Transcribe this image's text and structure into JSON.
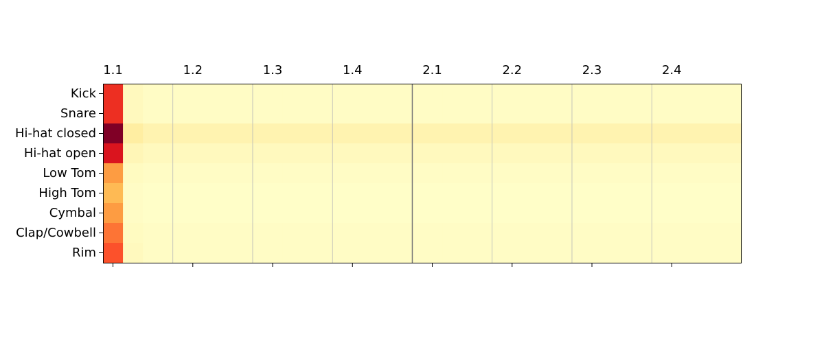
{
  "chart_data": {
    "type": "heatmap",
    "title": "",
    "xlabel": "",
    "ylabel": "",
    "x_ticks": [
      "1.1",
      "1.2",
      "1.3",
      "1.4",
      "2.1",
      "2.2",
      "2.3",
      "2.4"
    ],
    "x_axis_position": "top",
    "columns_per_tick": 4,
    "rows": [
      "Kick",
      "Snare",
      "Hi-hat closed",
      "Hi-hat open",
      "Low Tom",
      "High Tom",
      "Cymbal",
      "Clap/Cowbell",
      "Rim"
    ],
    "colormap": "YlOrRd",
    "value_range": [
      0,
      1
    ],
    "grid": "vertical lines at beat boundaries",
    "values": [
      [
        0.7,
        0.04,
        0.02,
        0.02,
        0.02,
        0.02,
        0.02,
        0.02,
        0.02,
        0.02,
        0.02,
        0.02,
        0.02,
        0.02,
        0.02,
        0.02,
        0.02,
        0.02,
        0.02,
        0.02,
        0.02,
        0.02,
        0.02,
        0.02,
        0.02,
        0.02,
        0.02,
        0.02,
        0.02,
        0.02,
        0.02,
        0.02
      ],
      [
        0.7,
        0.04,
        0.02,
        0.02,
        0.02,
        0.02,
        0.02,
        0.02,
        0.02,
        0.02,
        0.02,
        0.02,
        0.02,
        0.02,
        0.02,
        0.02,
        0.02,
        0.02,
        0.02,
        0.02,
        0.02,
        0.02,
        0.02,
        0.02,
        0.02,
        0.02,
        0.02,
        0.02,
        0.02,
        0.02,
        0.02,
        0.02
      ],
      [
        1.0,
        0.12,
        0.08,
        0.08,
        0.08,
        0.08,
        0.08,
        0.08,
        0.08,
        0.08,
        0.08,
        0.08,
        0.08,
        0.08,
        0.08,
        0.08,
        0.08,
        0.08,
        0.08,
        0.08,
        0.08,
        0.08,
        0.08,
        0.08,
        0.08,
        0.08,
        0.08,
        0.08,
        0.08,
        0.08,
        0.08,
        0.08
      ],
      [
        0.78,
        0.06,
        0.04,
        0.04,
        0.04,
        0.04,
        0.04,
        0.04,
        0.04,
        0.04,
        0.04,
        0.04,
        0.04,
        0.04,
        0.04,
        0.04,
        0.04,
        0.04,
        0.04,
        0.04,
        0.04,
        0.04,
        0.04,
        0.04,
        0.04,
        0.04,
        0.04,
        0.04,
        0.04,
        0.04,
        0.04,
        0.04
      ],
      [
        0.45,
        0.03,
        0.02,
        0.02,
        0.02,
        0.02,
        0.02,
        0.02,
        0.02,
        0.02,
        0.02,
        0.02,
        0.02,
        0.02,
        0.02,
        0.02,
        0.02,
        0.02,
        0.02,
        0.02,
        0.02,
        0.02,
        0.02,
        0.02,
        0.02,
        0.02,
        0.02,
        0.02,
        0.02,
        0.02,
        0.02,
        0.02
      ],
      [
        0.35,
        0.02,
        0.01,
        0.01,
        0.01,
        0.01,
        0.01,
        0.01,
        0.01,
        0.01,
        0.01,
        0.01,
        0.01,
        0.01,
        0.01,
        0.01,
        0.01,
        0.01,
        0.01,
        0.01,
        0.01,
        0.01,
        0.01,
        0.01,
        0.01,
        0.01,
        0.01,
        0.01,
        0.01,
        0.01,
        0.01,
        0.01
      ],
      [
        0.45,
        0.02,
        0.01,
        0.01,
        0.01,
        0.01,
        0.01,
        0.01,
        0.01,
        0.01,
        0.01,
        0.01,
        0.01,
        0.01,
        0.01,
        0.01,
        0.01,
        0.01,
        0.01,
        0.01,
        0.01,
        0.01,
        0.01,
        0.01,
        0.01,
        0.01,
        0.01,
        0.01,
        0.01,
        0.01,
        0.01,
        0.01
      ],
      [
        0.55,
        0.03,
        0.02,
        0.02,
        0.02,
        0.02,
        0.02,
        0.02,
        0.02,
        0.02,
        0.02,
        0.02,
        0.02,
        0.02,
        0.02,
        0.02,
        0.02,
        0.02,
        0.02,
        0.02,
        0.02,
        0.02,
        0.02,
        0.02,
        0.02,
        0.02,
        0.02,
        0.02,
        0.02,
        0.02,
        0.02,
        0.02
      ],
      [
        0.62,
        0.04,
        0.02,
        0.02,
        0.02,
        0.02,
        0.02,
        0.02,
        0.02,
        0.02,
        0.02,
        0.02,
        0.02,
        0.02,
        0.02,
        0.02,
        0.02,
        0.02,
        0.02,
        0.02,
        0.02,
        0.02,
        0.02,
        0.02,
        0.02,
        0.02,
        0.02,
        0.02,
        0.02,
        0.02,
        0.02,
        0.02
      ]
    ]
  }
}
